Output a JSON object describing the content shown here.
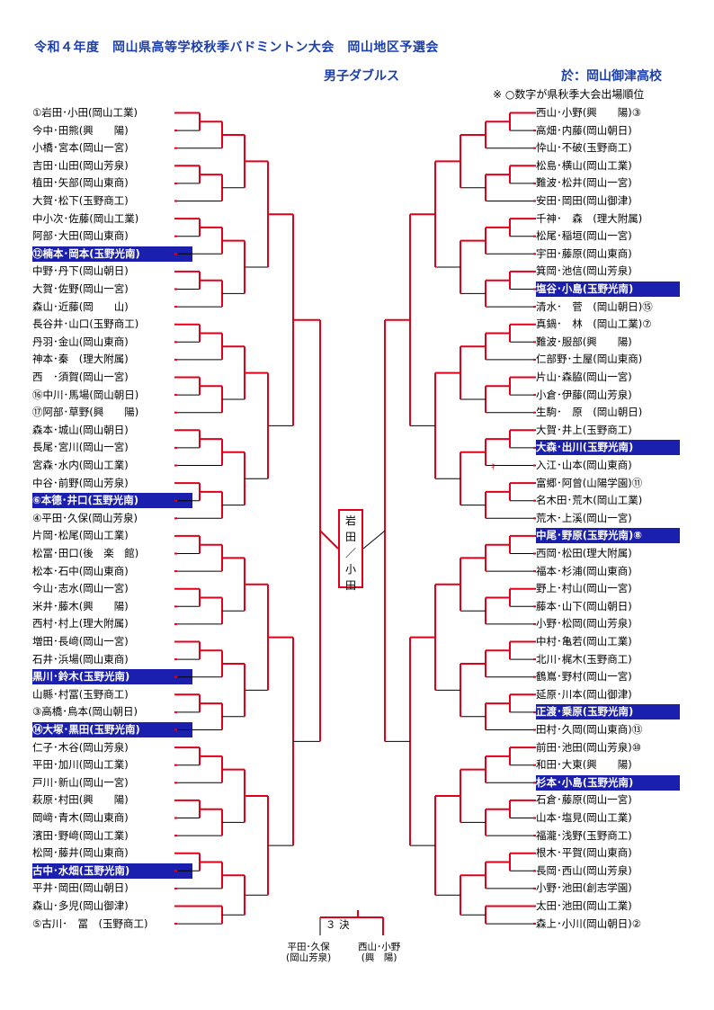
{
  "header": {
    "title": "令和４年度　岡山県高等学校秋季バドミントン大会　岡山地区予選会",
    "event": "男子ダブルス",
    "venue": "於：岡山御津高校",
    "note": "※ ○数字が県秋季大会出場順位"
  },
  "left_entries": [
    {
      "label": "①岩田･小田(岡山工業)",
      "highlight": false
    },
    {
      "label": "今中･田熊(興　　陽)",
      "highlight": false
    },
    {
      "label": "小橋･宮本(岡山一宮)",
      "highlight": false
    },
    {
      "label": "吉田･山田(岡山芳泉)",
      "highlight": false
    },
    {
      "label": "植田･矢部(岡山東商)",
      "highlight": false
    },
    {
      "label": "大賀･松下(玉野商工)",
      "highlight": false
    },
    {
      "label": "中小次･佐藤(岡山工業)",
      "highlight": false
    },
    {
      "label": "阿部･大田(岡山東商)",
      "highlight": false
    },
    {
      "label": "⑫楠本･岡本(玉野光南)",
      "highlight": true
    },
    {
      "label": "中野･丹下(岡山朝日)",
      "highlight": false
    },
    {
      "label": "大賀･佐野(岡山一宮)",
      "highlight": false
    },
    {
      "label": "森山･近藤(岡　　山)",
      "highlight": false
    },
    {
      "label": "長谷井･山口(玉野商工)",
      "highlight": false
    },
    {
      "label": "丹羽･金山(岡山東商)",
      "highlight": false
    },
    {
      "label": "神本･秦　(理大附属)",
      "highlight": false
    },
    {
      "label": "西　･須賀(岡山一宮)",
      "highlight": false
    },
    {
      "label": "⑯中川･馬場(岡山朝日)",
      "highlight": false
    },
    {
      "label": "⑰阿部･草野(興　　陽)",
      "highlight": false
    },
    {
      "label": "森本･城山(岡山朝日)",
      "highlight": false
    },
    {
      "label": "長尾･宮川(岡山一宮)",
      "highlight": false
    },
    {
      "label": "宮森･水内(岡山工業)",
      "highlight": false
    },
    {
      "label": "中谷･前野(岡山芳泉)",
      "highlight": false
    },
    {
      "label": "⑥本德･井口(玉野光南)",
      "highlight": true
    },
    {
      "label": "④平田･久保(岡山芳泉)",
      "highlight": false
    },
    {
      "label": "片岡･松尾(岡山工業)",
      "highlight": false
    },
    {
      "label": "松冨･田口(後　楽　館)",
      "highlight": false
    },
    {
      "label": "松本･石中(岡山東商)",
      "highlight": false
    },
    {
      "label": "今山･志水(岡山一宮)",
      "highlight": false
    },
    {
      "label": "米井･藤木(興　　陽)",
      "highlight": false
    },
    {
      "label": "西村･村上(理大附属)",
      "highlight": false
    },
    {
      "label": "増田･長﨑(岡山一宮)",
      "highlight": false
    },
    {
      "label": "石井･浜場(岡山東商)",
      "highlight": false
    },
    {
      "label": "黒川･鈴木(玉野光南)",
      "highlight": true
    },
    {
      "label": "山縣･村冨(玉野商工)",
      "highlight": false
    },
    {
      "label": "③高橋･鳥本(岡山朝日)",
      "highlight": false
    },
    {
      "label": "⑭大塚･黒田(玉野光南)",
      "highlight": true
    },
    {
      "label": "仁子･木谷(岡山芳泉)",
      "highlight": false
    },
    {
      "label": "平田･加川(岡山工業)",
      "highlight": false
    },
    {
      "label": "戸川･新山(岡山一宮)",
      "highlight": false
    },
    {
      "label": "萩原･村田(興　　陽)",
      "highlight": false
    },
    {
      "label": "岡﨑･青木(岡山東商)",
      "highlight": false
    },
    {
      "label": "濱田･野﨑(岡山工業)",
      "highlight": false
    },
    {
      "label": "松岡･藤井(岡山東商)",
      "highlight": false
    },
    {
      "label": "古中･水畑(玉野光南)",
      "highlight": true
    },
    {
      "label": "平井･岡田(岡山朝日)",
      "highlight": false
    },
    {
      "label": "森山･多児(岡山御津)",
      "highlight": false
    },
    {
      "label": "⑤古川･　冨　(玉野商工)",
      "highlight": false
    }
  ],
  "right_entries": [
    {
      "label": "西山･小野(興　　陽)③",
      "highlight": false
    },
    {
      "label": "高畑･内藤(岡山朝日)",
      "highlight": false
    },
    {
      "label": "忰山･不破(玉野商工)",
      "highlight": false
    },
    {
      "label": "松島･横山(岡山工業)",
      "highlight": false
    },
    {
      "label": "難波･松井(岡山一宮)",
      "highlight": false
    },
    {
      "label": "安田･岡田(岡山御津)",
      "highlight": false
    },
    {
      "label": "千神･　森　(理大附属)",
      "highlight": false
    },
    {
      "label": "松尾･稲垣(岡山一宮)",
      "highlight": false
    },
    {
      "label": "宇田･藤原(岡山東商)",
      "highlight": false
    },
    {
      "label": "箕岡･池信(岡山芳泉)",
      "highlight": false
    },
    {
      "label": "塩谷･小島(玉野光南)",
      "highlight": true
    },
    {
      "label": "清水･　菅　(岡山朝日)⑮",
      "highlight": false
    },
    {
      "label": "真鍋･　林　(岡山工業)⑦",
      "highlight": false
    },
    {
      "label": "難波･服部(興　　陽)",
      "highlight": false
    },
    {
      "label": "仁部野･土屋(岡山東商)",
      "highlight": false
    },
    {
      "label": "片山･森脇(岡山一宮)",
      "highlight": false
    },
    {
      "label": "小倉･伊藤(岡山芳泉)",
      "highlight": false
    },
    {
      "label": "生駒･　原　(岡山朝日)",
      "highlight": false
    },
    {
      "label": "大賀･井上(玉野商工)",
      "highlight": false
    },
    {
      "label": "大森･出川(玉野光南)",
      "highlight": true
    },
    {
      "label": "入江･山本(岡山東商)",
      "highlight": false
    },
    {
      "label": "富郷･阿曾(山陽学園)⑪",
      "highlight": false
    },
    {
      "label": "名木田･荒木(岡山工業)",
      "highlight": false
    },
    {
      "label": "荒木･上溪(岡山一宮)",
      "highlight": false
    },
    {
      "label": "中尾･野原(玉野光南)⑧",
      "highlight": true
    },
    {
      "label": "西岡･松田(理大附属)",
      "highlight": false
    },
    {
      "label": "福本･杉浦(岡山東商)",
      "highlight": false
    },
    {
      "label": "野上･村山(岡山一宮)",
      "highlight": false
    },
    {
      "label": "藤本･山下(岡山朝日)",
      "highlight": false
    },
    {
      "label": "小野･松岡(岡山芳泉)",
      "highlight": false
    },
    {
      "label": "中村･亀若(岡山工業)",
      "highlight": false
    },
    {
      "label": "北川･梶木(玉野商工)",
      "highlight": false
    },
    {
      "label": "鶴嶌･野村(岡山一宮)",
      "highlight": false
    },
    {
      "label": "延原･川本(岡山御津)",
      "highlight": false
    },
    {
      "label": "正渡･乗原(玉野光南)",
      "highlight": true
    },
    {
      "label": "田村･久岡(岡山東商)⑬",
      "highlight": false
    },
    {
      "label": "前田･池田(岡山芳泉)⑩",
      "highlight": false
    },
    {
      "label": "和田･大東(興　　陽)",
      "highlight": false
    },
    {
      "label": "杉本･小島(玉野光南)",
      "highlight": true
    },
    {
      "label": "石倉･藤原(岡山一宮)",
      "highlight": false
    },
    {
      "label": "山本･塩見(岡山工業)",
      "highlight": false
    },
    {
      "label": "福瀧･浅野(玉野商工)",
      "highlight": false
    },
    {
      "label": "根木･平賀(岡山東商)",
      "highlight": false
    },
    {
      "label": "長岡･西山(岡山芳泉)",
      "highlight": false
    },
    {
      "label": "小野･池田(創志学園)",
      "highlight": false
    },
    {
      "label": "太田･池田(岡山工業)",
      "highlight": false
    },
    {
      "label": "森上･小川(岡山朝日)②",
      "highlight": false
    }
  ],
  "champion": [
    "岩",
    "田",
    "／",
    "小",
    "田"
  ],
  "third_place": {
    "label": "３ 決",
    "left_name": [
      "平田･久保",
      "(岡山芳泉)"
    ],
    "right_name": [
      "西山･小野",
      "(興　陽)"
    ]
  },
  "marks": {
    "kiken": "ｷ"
  },
  "colors": {
    "win_line": "#e0001c",
    "line": "#000000",
    "highlight_bg": "#1b1fae",
    "title": "#1c3fae"
  }
}
